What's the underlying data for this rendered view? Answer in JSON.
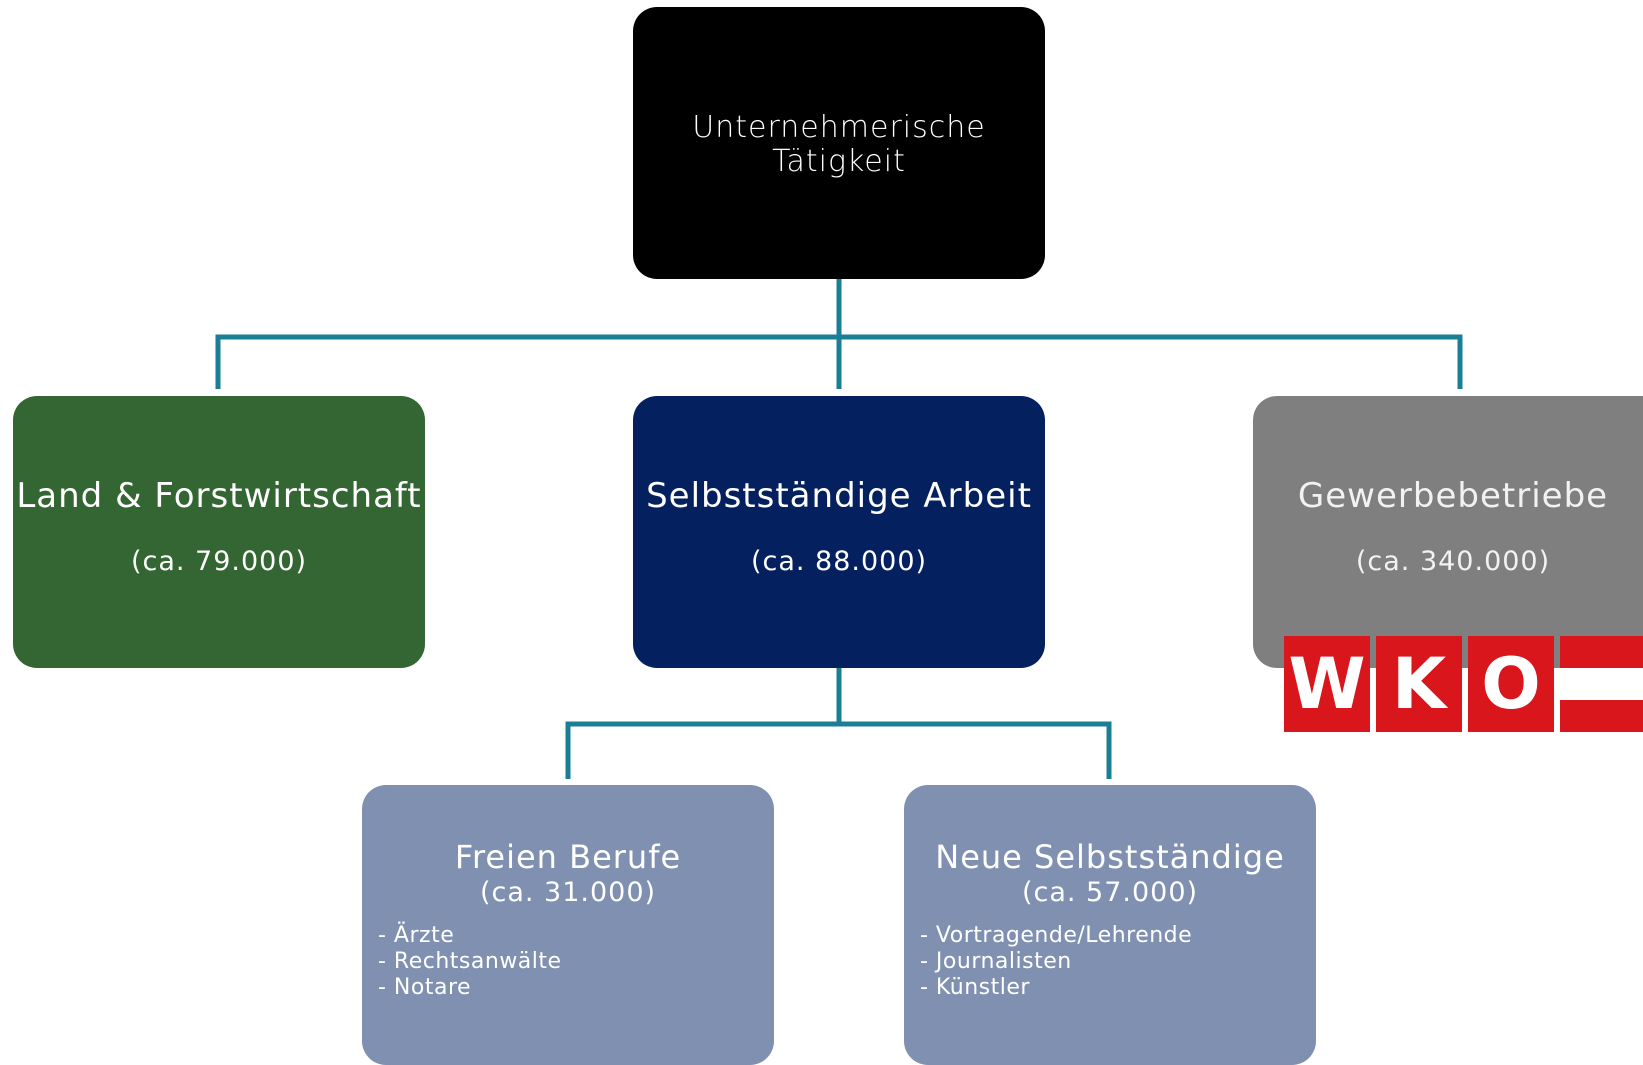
{
  "diagram": {
    "root": {
      "lines": [
        "Unternehmerische",
        "Tätigkeit"
      ]
    },
    "level1": [
      {
        "title": "Land & Forstwirtschaft",
        "count": "(ca. 79.000)",
        "color": "#336632"
      },
      {
        "title": "Selbstständige Arbeit",
        "count": "(ca. 88.000)",
        "color": "#04205f"
      },
      {
        "title": "Gewerbebetriebe",
        "count": "(ca. 340.000)",
        "color": "#7f7f7f"
      }
    ],
    "level2": [
      {
        "title": "Freien Berufe",
        "count": "(ca. 31.000)",
        "items": [
          "- Ärzte",
          "- Rechtsanwälte",
          "- Notare"
        ],
        "color": "#8090b0"
      },
      {
        "title": "Neue Selbstständige",
        "count": "(ca. 57.000)",
        "items": [
          "- Vortragende/Lehrende",
          "- Journalisten",
          "- Künstler"
        ],
        "color": "#8090b0"
      }
    ],
    "connector_color": "#1a7f96",
    "logo": {
      "letters": [
        "W",
        "K",
        "O"
      ],
      "color": "#d8161c"
    }
  }
}
